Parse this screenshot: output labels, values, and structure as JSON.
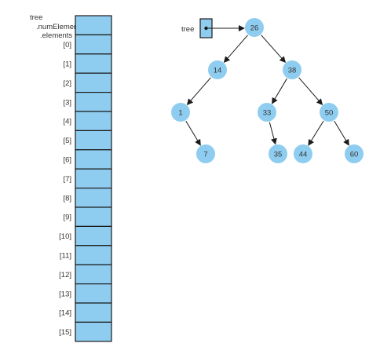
{
  "labels": {
    "tree": "tree",
    "num_elements": ".numElements",
    "elements": ".elements",
    "pointer_label": "tree"
  },
  "array_indices": [
    "[0]",
    "[1]",
    "[2]",
    "[3]",
    "[4]",
    "[5]",
    "[6]",
    "[7]",
    "[8]",
    "[9]",
    "[10]",
    "[11]",
    "[12]",
    "[13]",
    "[14]",
    "[15]"
  ],
  "tree_nodes": [
    {
      "id": "n26",
      "label": "26"
    },
    {
      "id": "n14",
      "label": "14"
    },
    {
      "id": "n38",
      "label": "38"
    },
    {
      "id": "n1",
      "label": "1"
    },
    {
      "id": "n33",
      "label": "33"
    },
    {
      "id": "n50",
      "label": "50"
    },
    {
      "id": "n7",
      "label": "7"
    },
    {
      "id": "n35",
      "label": "35"
    },
    {
      "id": "n44",
      "label": "44"
    },
    {
      "id": "n60",
      "label": "60"
    }
  ],
  "tree_edges": [
    {
      "from": "26",
      "to": "14"
    },
    {
      "from": "26",
      "to": "38"
    },
    {
      "from": "14",
      "to": "1"
    },
    {
      "from": "38",
      "to": "33"
    },
    {
      "from": "38",
      "to": "50"
    },
    {
      "from": "1",
      "to": "7"
    },
    {
      "from": "33",
      "to": "35"
    },
    {
      "from": "50",
      "to": "44"
    },
    {
      "from": "50",
      "to": "60"
    }
  ],
  "colors": {
    "cell_fill": "#8fcdf0",
    "node_fill": "#8fcdf0",
    "stroke": "#1a1a1a",
    "text": "#333333"
  }
}
